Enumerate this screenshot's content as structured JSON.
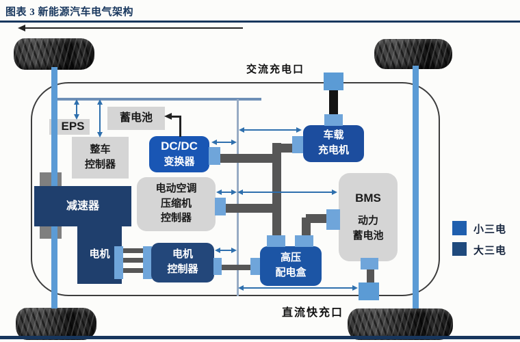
{
  "title": "图表 3 新能源汽车电气架构",
  "ports": {
    "ac_label": "交流充电口",
    "dc_label": "直流快充口"
  },
  "nodes": {
    "eps": "EPS",
    "aux_battery": "蓄电池",
    "vcu": [
      "整车",
      "控制器"
    ],
    "dcdc": [
      "DC/DC",
      "变换器"
    ],
    "obc": [
      "车载",
      "充电机"
    ],
    "ac_compressor": [
      "电动空调",
      "压缩机",
      "控制器"
    ],
    "reducer": "减速器",
    "motor": "电机",
    "mcu": [
      "电机",
      "控制器"
    ],
    "pdu": [
      "高压",
      "配电盒"
    ],
    "bms_title": "BMS",
    "bms_sub": [
      "动力",
      "蓄电池"
    ]
  },
  "legend": {
    "items": [
      {
        "label": "小三电",
        "color": "#1f5fae"
      },
      {
        "label": "大三电",
        "color": "#1f4a7d"
      }
    ]
  },
  "colors": {
    "accent_navy": "#17365d",
    "box_navy": "#1f3f6d",
    "box_blue_dcdc": "#1956b4",
    "box_blue_obc": "#1c4d9e",
    "box_blue_pdu": "#1c55a5",
    "box_gray": "#d5d5d5",
    "connector_blue": "#5b9bd5",
    "hv_line_gray": "#565656",
    "signal_arrow_blue": "#2e6fad"
  }
}
